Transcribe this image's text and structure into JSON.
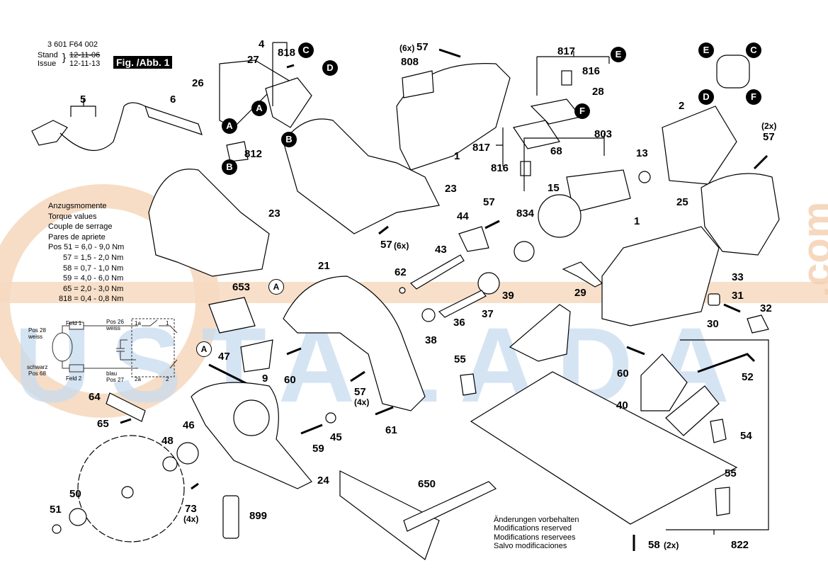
{
  "header": {
    "part_number": "3 601 F64 002",
    "stand_label": "Stand",
    "issue_label": "Issue",
    "stand_date": "12-11-06",
    "issue_date": "12-11-13",
    "figure_label": "Fig. /Abb. 1"
  },
  "torque": {
    "title_de": "Anzugsmomente",
    "title_en": "Torque values",
    "title_fr": "Couple de serrage",
    "title_es": "Pares de apriete",
    "rows": [
      "Pos  51 = 6,0 - 9,0 Nm",
      "57 = 1,5 - 2,0 Nm",
      "58 = 0,7 - 1,0 Nm",
      "59 = 4,0 - 6,0 Nm",
      "65 = 2,0 - 3,0 Nm",
      "818 = 0,4 - 0,8 Nm"
    ]
  },
  "wiring": {
    "feld1": "Feld 1",
    "feld2": "Feld 2",
    "pos28": "Pos 28",
    "weiss_left": "weiss",
    "schwarz": "schwarz",
    "pos68": "Pos 68",
    "pos26": "Pos 26",
    "weiss_top": "weiss",
    "blau": "blau",
    "pos27": "Pos 27",
    "t1a": "1a",
    "t1": "1",
    "t2a": "2a",
    "t2": "2"
  },
  "note": {
    "de": "Änderungen vorbehalten",
    "en": "Modifications reserved",
    "fr": "Modifications reservees",
    "es": "Salvo modificaciones"
  },
  "watermark": {
    "text": "USTALADA",
    "suffix": ".com"
  },
  "callouts": {
    "A": "A",
    "B": "B",
    "C": "C",
    "D": "D",
    "E": "E",
    "F": "F"
  },
  "parts": {
    "p1a": "1",
    "p1b": "1",
    "p2": "2",
    "p4": "4",
    "p5": "5",
    "p6": "6",
    "p9": "9",
    "p13": "13",
    "p15": "15",
    "p21": "21",
    "p23a": "23",
    "p23b": "23",
    "p24": "24",
    "p25": "25",
    "p26": "26",
    "p27": "27",
    "p28": "28",
    "p29": "29",
    "p30": "30",
    "p31": "31",
    "p32": "32",
    "p33": "33",
    "p36": "36",
    "p37": "37",
    "p38": "38",
    "p39": "39",
    "p40": "40",
    "p43": "43",
    "p44": "44",
    "p45": "45",
    "p46": "46",
    "p47": "47",
    "p48": "48",
    "p50": "50",
    "p51": "51",
    "p52": "52",
    "p54": "54",
    "p55a": "55",
    "p55b": "55",
    "p57a": "57",
    "p57b": "57",
    "p57c": "57",
    "p57d": "57",
    "p57e": "57",
    "p58": "58",
    "p59": "59",
    "p60a": "60",
    "p60b": "60",
    "p61": "61",
    "p62": "62",
    "p64": "64",
    "p65": "65",
    "p68": "68",
    "p73": "73",
    "p650": "650",
    "p653": "653",
    "p803": "803",
    "p808": "808",
    "p812": "812",
    "p816a": "816",
    "p816b": "816",
    "p817a": "817",
    "p817b": "817",
    "p818": "818",
    "p822": "822",
    "p834": "834",
    "p899": "899"
  },
  "quantities": {
    "q57_top": "(6x)",
    "q57_right": "(2x)",
    "q57_housing": "(6x)",
    "q57_guard": "(4x)",
    "q73": "(4x)",
    "q58": "(2x)"
  }
}
